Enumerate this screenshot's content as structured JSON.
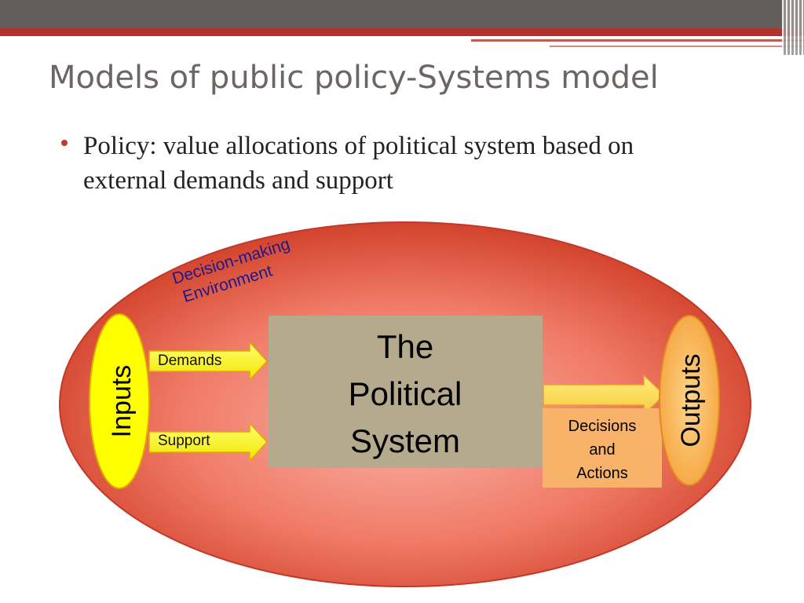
{
  "slide": {
    "title": "Models of public policy-Systems model",
    "bullet": "Policy: value allocations of political system based on external demands and support"
  },
  "diagram": {
    "environment_label_line1": "Decision-making",
    "environment_label_line2": "Environment",
    "inputs_label": "Inputs",
    "outputs_label": "Outputs",
    "demands_label": "Demands",
    "support_label": "Support",
    "system_line1": "The",
    "system_line2": "Political",
    "system_line3": "System",
    "decisions_line1": "Decisions",
    "decisions_line2": "and",
    "decisions_line3": "Actions"
  },
  "colors": {
    "environment_outer": "#d84a32",
    "environment_inner": "#f7b0a6",
    "inputs_fill": "#ffff00",
    "outputs_fill": "#fbbf5c",
    "arrow_fill": "#ffff40",
    "system_box": "#b5aa8e",
    "decisions_box": "#f8b26a"
  }
}
